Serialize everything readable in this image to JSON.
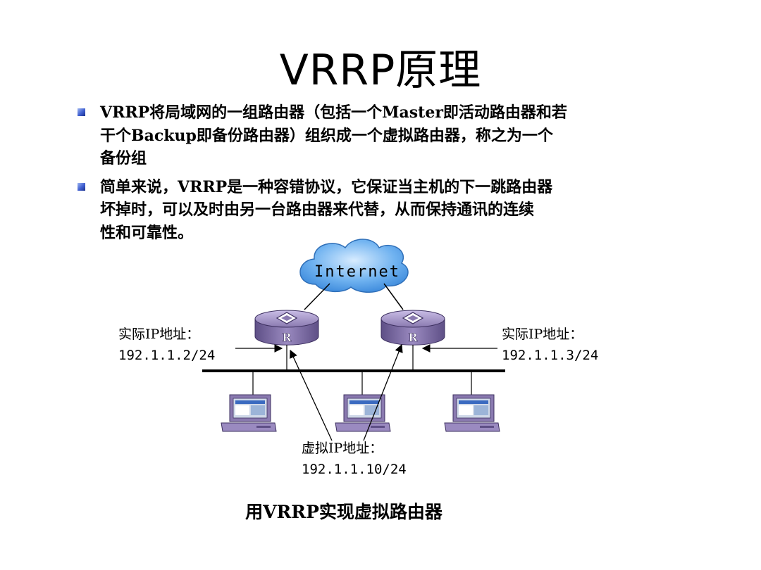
{
  "title": "VRRP原理",
  "bullets": [
    {
      "lines": [
        "VRRP将局域网的一组路由器（包括一个Master即活动路由器和若",
        "干个Backup即备份路由器）组织成一个虚拟路由器，称之为一个",
        "备份组"
      ]
    },
    {
      "lines": [
        "简单来说，VRRP是一种容错协议，它保证当主机的下一跳路由器",
        "坏掉时，可以及时由另一台路由器来代替，从而保持通讯的连续",
        "性和可靠性。"
      ]
    }
  ],
  "diagram": {
    "cloud_label": "Internet",
    "router_left_glyph": "R",
    "router_right_glyph": "R",
    "left_label": {
      "title": "实际IP地址：",
      "address": "192.1.1.2/24"
    },
    "right_label": {
      "title": "实际IP地址：",
      "address": "192.1.1.3/24"
    },
    "virtual_label": {
      "title": "虚拟IP地址：",
      "address": "192.1.1.10/24"
    }
  },
  "caption": "用VRRP实现虚拟路由器",
  "colors": {
    "cloud_fill": "#4f9de8",
    "router_fill": "#8a7ab0",
    "computer_fill": "#8a7ab0",
    "bullet": "#3f5fd0"
  }
}
